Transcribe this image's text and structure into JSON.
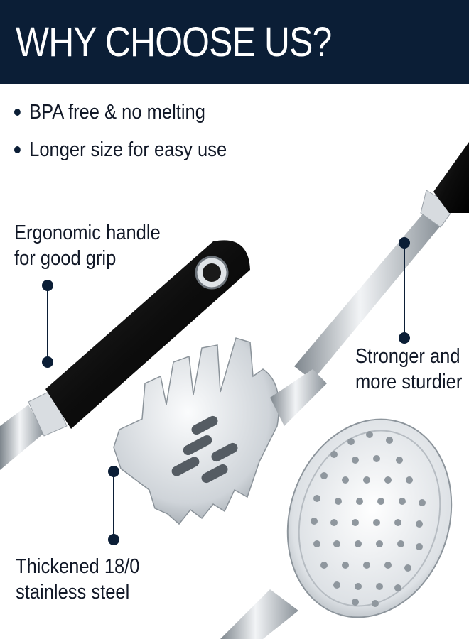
{
  "header": {
    "title": "WHY CHOOSE US?"
  },
  "bullets": [
    "BPA free & no melting",
    "Longer size for easy use"
  ],
  "callouts": {
    "handle": {
      "line1": "Ergonomic handle",
      "line2": "for good grip"
    },
    "strength": {
      "line1": "Stronger and",
      "line2": "more sturdier"
    },
    "steel": {
      "line1": "Thickened 18/0",
      "line2": "stainless steel"
    }
  },
  "colors": {
    "header_bg": "#0b1e36",
    "accent": "#0b1e36",
    "steel": "#c4c9ce",
    "handle": "#131313"
  }
}
